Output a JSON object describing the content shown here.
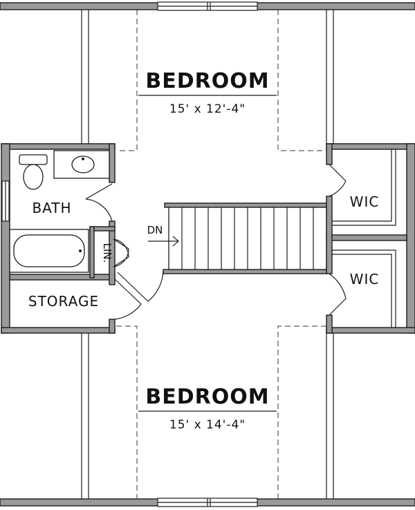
{
  "rooms": {
    "bedroom_top": {
      "name": "BEDROOM",
      "dims": "15' x 12'-4\""
    },
    "bedroom_bottom": {
      "name": "BEDROOM",
      "dims": "15' x 14'-4\""
    },
    "bath": "BATH",
    "storage": "STORAGE",
    "linen": "LIN.",
    "wic_upper": "WIC",
    "wic_lower": "WIC"
  },
  "stairs": {
    "direction_label": "DN",
    "tread_count": 12
  }
}
